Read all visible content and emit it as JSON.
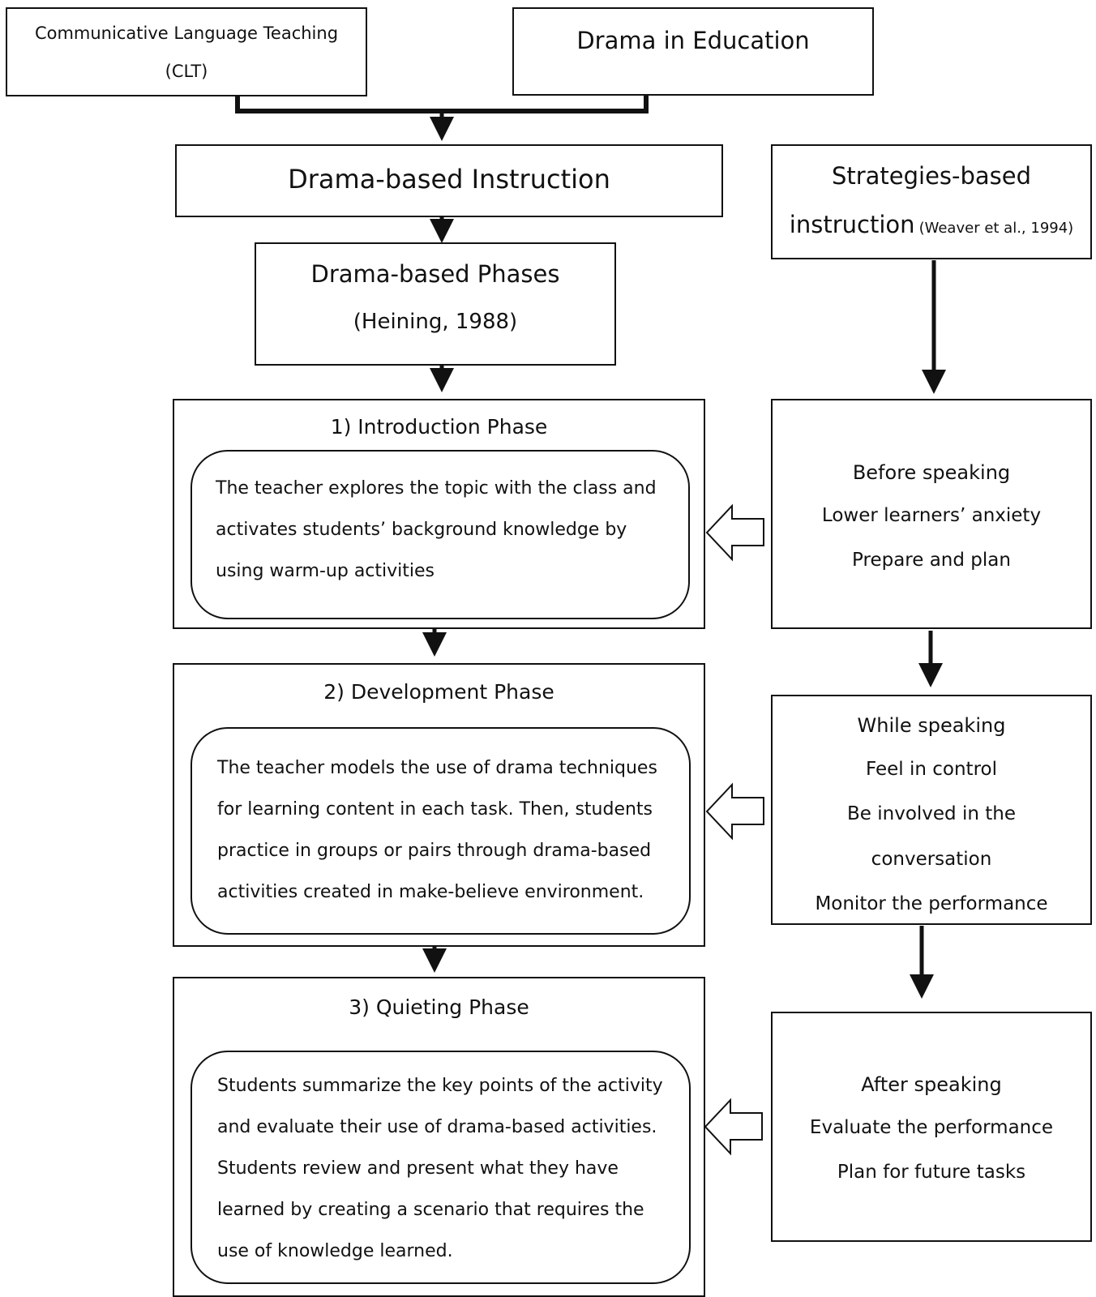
{
  "top": {
    "clt_line1": "Communicative Language Teaching",
    "clt_line2": "(CLT)",
    "drama_education": "Drama in Education"
  },
  "dbi": {
    "title": "Drama-based Instruction"
  },
  "phases": {
    "title": "Drama-based Phases",
    "citation": "(Heining, 1988)"
  },
  "strategies": {
    "title_line1": "Strategies-based",
    "title_line2": "instruction",
    "citation": "(Weaver et al., 1994)"
  },
  "phase1": {
    "title": "1) Introduction Phase",
    "lines": [
      "The teacher explores the topic with the class and",
      "activates students’ background knowledge by",
      "using warm-up activities"
    ]
  },
  "phase2": {
    "title": "2) Development Phase",
    "lines": [
      "The teacher models the use of drama techniques",
      "for learning content in each task. Then, students",
      "practice in groups or pairs through drama-based",
      "activities created in make-believe environment."
    ]
  },
  "phase3": {
    "title": "3) Quieting Phase",
    "lines": [
      "Students summarize the key points of the activity",
      "and evaluate their use of drama-based activities.",
      "Students review and present what they have",
      "learned by creating a scenario that requires the",
      "use of knowledge learned."
    ]
  },
  "before": {
    "title": "Before speaking",
    "items": [
      "Lower learners’ anxiety",
      "Prepare and plan"
    ]
  },
  "while": {
    "title": "While speaking",
    "items": [
      "Feel in control",
      "Be involved in the",
      "conversation",
      "Monitor the performance"
    ]
  },
  "after": {
    "title": "After speaking",
    "items": [
      "Evaluate the performance",
      "Plan for future tasks"
    ]
  },
  "colors": {
    "line": "#111111",
    "background": "#ffffff"
  }
}
